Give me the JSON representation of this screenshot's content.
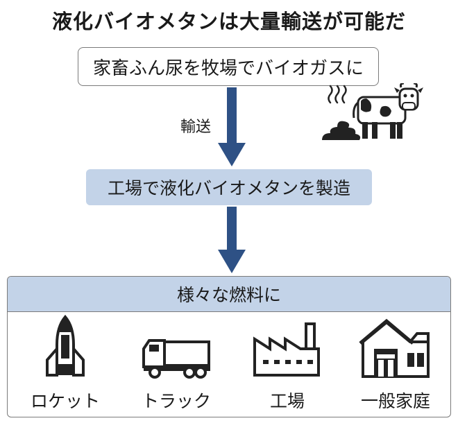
{
  "title": "液化バイオメタンは大量輸送が可能だ",
  "source": "家畜ふん尿を牧場でバイオガスに",
  "transport_label": "輸送",
  "process": "工場で液化バイオメタンを製造",
  "fuel_header": "様々な燃料に",
  "uses": [
    {
      "label": "ロケット",
      "icon": "rocket-icon"
    },
    {
      "label": "トラック",
      "icon": "truck-icon"
    },
    {
      "label": "工場",
      "icon": "factory-icon"
    },
    {
      "label": "一般家庭",
      "icon": "house-icon"
    }
  ],
  "colors": {
    "accent_box": "#c3d3e8",
    "arrow": "#2e5185"
  }
}
